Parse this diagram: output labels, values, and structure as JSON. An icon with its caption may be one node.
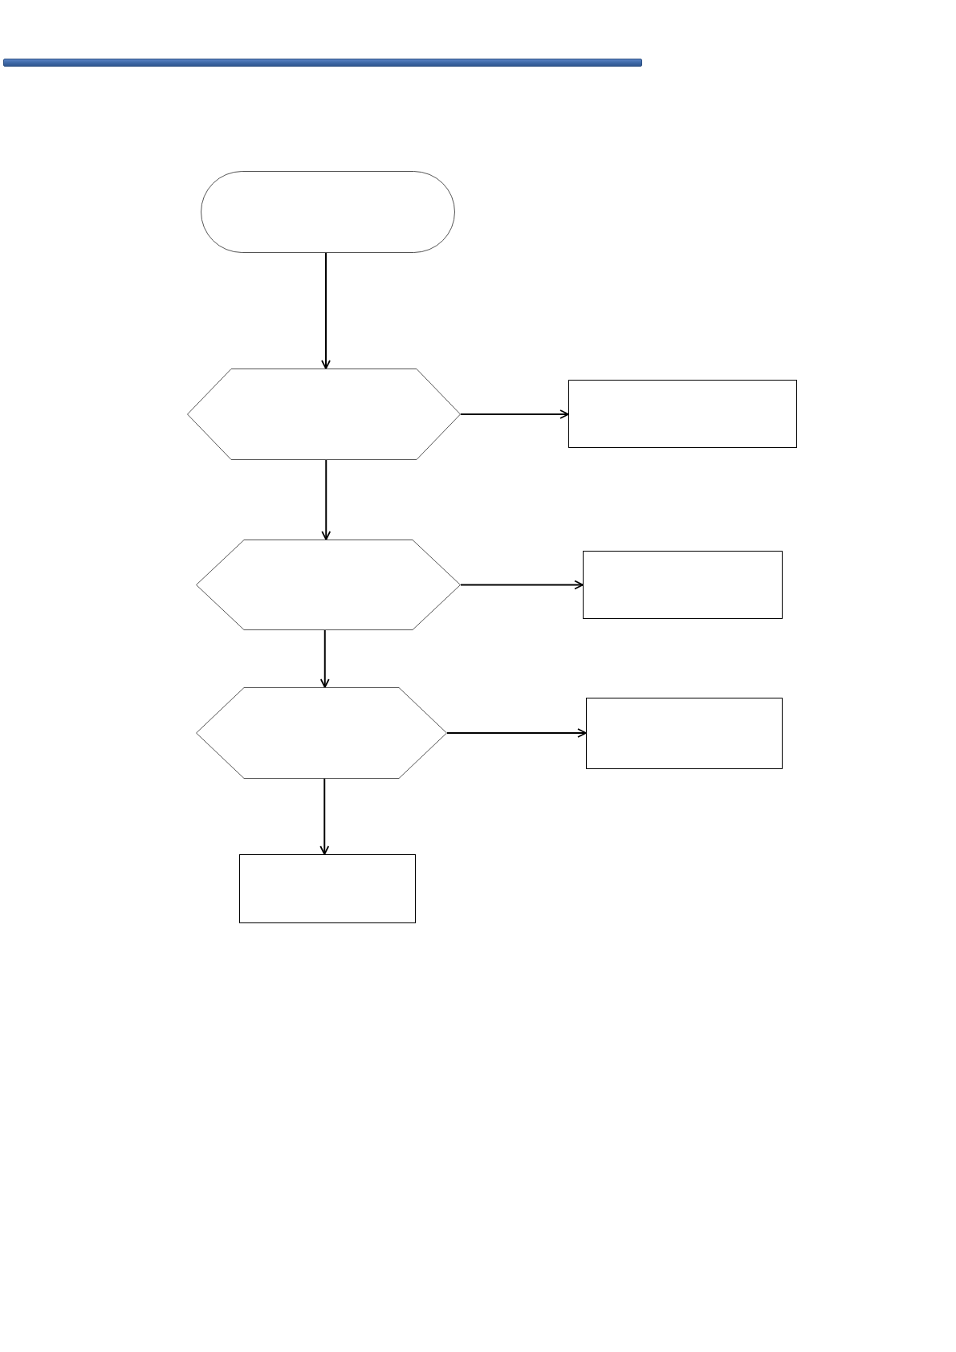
{
  "diagram": {
    "nodes": [
      {
        "text": [],
        "shape": "stadium"
      },
      {
        "text": [],
        "shape": "hexagon"
      },
      {
        "text": [],
        "shape": "box"
      },
      {
        "text": [],
        "shape": "hexagon"
      },
      {
        "text": [],
        "shape": "box"
      },
      {
        "text": [],
        "shape": "hexagon"
      },
      {
        "text": [],
        "shape": "box"
      },
      {
        "text": [],
        "shape": "box"
      }
    ],
    "edges": [
      {
        "from": 0,
        "to": 1,
        "arrow": "to"
      },
      {
        "from": 1,
        "to": 2,
        "arrow": "to"
      },
      {
        "from": 1,
        "to": 3,
        "arrow": "to"
      },
      {
        "from": 3,
        "to": 4,
        "arrow": "to"
      },
      {
        "from": 3,
        "to": 5,
        "arrow": "to"
      },
      {
        "from": 5,
        "to": 6,
        "arrow": "to"
      },
      {
        "from": 5,
        "to": 7,
        "arrow": "to"
      }
    ]
  }
}
